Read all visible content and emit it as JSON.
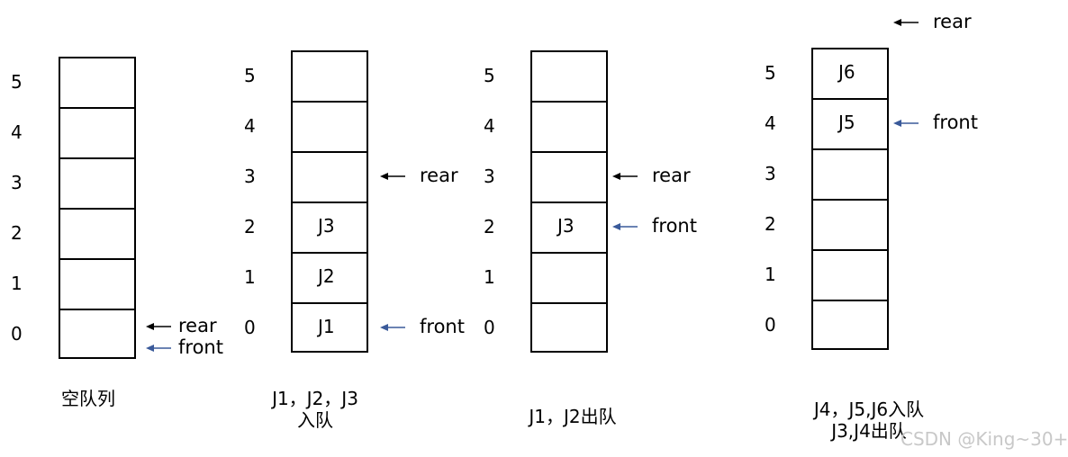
{
  "colors": {
    "rear_arrow": "#000000",
    "front_arrow": "#3a5a9a",
    "watermark": "#c8c8c8"
  },
  "panels": [
    {
      "caption_lines": [
        "空队列"
      ],
      "indices": [
        "0",
        "1",
        "2",
        "3",
        "4",
        "5"
      ],
      "cells": [
        "",
        "",
        "",
        "",
        "",
        ""
      ],
      "pointers": [
        {
          "label": "rear",
          "slot": 0,
          "kind": "rear"
        },
        {
          "label": "front",
          "slot": 0,
          "kind": "front"
        }
      ]
    },
    {
      "caption_lines": [
        "J1，J2，J3",
        "入队"
      ],
      "indices": [
        "0",
        "1",
        "2",
        "3",
        "4",
        "5"
      ],
      "cells": [
        "J1",
        "J2",
        "J3",
        "",
        "",
        ""
      ],
      "pointers": [
        {
          "label": "rear",
          "slot": 3,
          "kind": "rear"
        },
        {
          "label": "front",
          "slot": 0,
          "kind": "front"
        }
      ]
    },
    {
      "caption_lines": [
        "J1，J2出队"
      ],
      "indices": [
        "0",
        "1",
        "2",
        "3",
        "4",
        "5"
      ],
      "cells": [
        "",
        "",
        "J3",
        "",
        "",
        ""
      ],
      "pointers": [
        {
          "label": "rear",
          "slot": 3,
          "kind": "rear"
        },
        {
          "label": "front",
          "slot": 2,
          "kind": "front"
        }
      ]
    },
    {
      "caption_lines": [
        "J4，J5,J6入队",
        "J3,J4出队"
      ],
      "indices": [
        "0",
        "1",
        "2",
        "3",
        "4",
        "5"
      ],
      "cells": [
        "",
        "",
        "",
        "",
        "J5",
        "J6"
      ],
      "pointers": [
        {
          "label": "rear",
          "slot": 6,
          "kind": "rear"
        },
        {
          "label": "front",
          "slot": 4,
          "kind": "front"
        }
      ]
    }
  ],
  "watermark": "CSDN @King~30+"
}
